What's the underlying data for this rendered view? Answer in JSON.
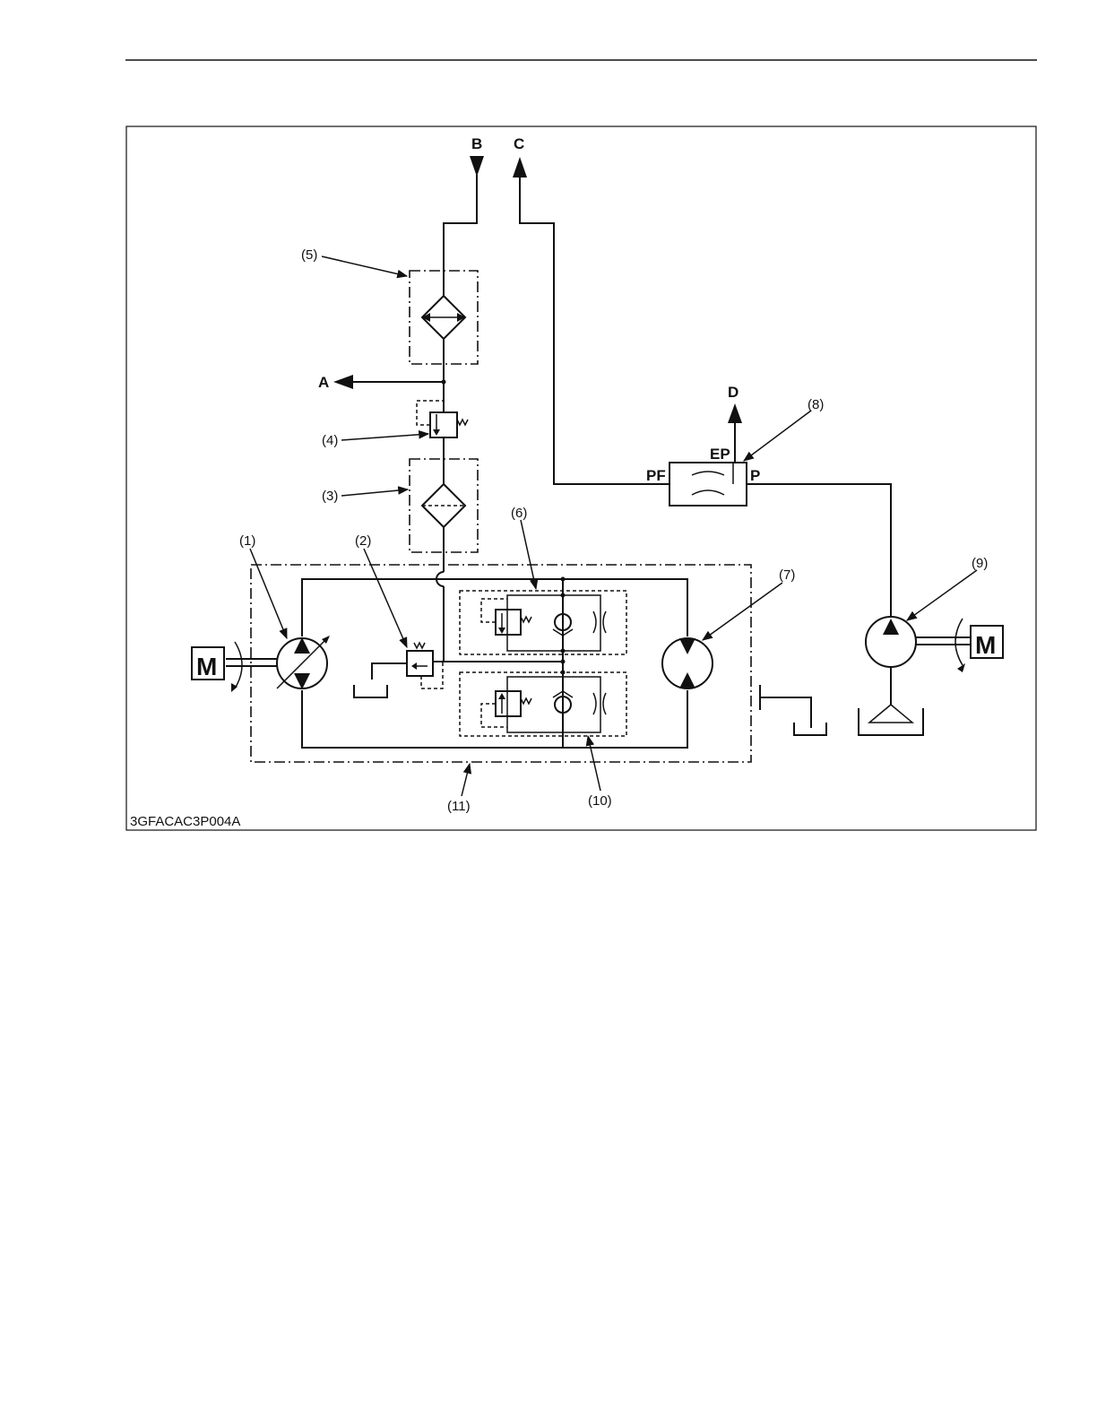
{
  "ports": {
    "a": "A",
    "b": "B",
    "c": "C",
    "d": "D",
    "pf": "PF",
    "ep": "EP",
    "p": "P"
  },
  "callouts": {
    "c1": "(1)",
    "c2": "(2)",
    "c3": "(3)",
    "c4": "(4)",
    "c5": "(5)",
    "c6": "(6)",
    "c7": "(7)",
    "c8": "(8)",
    "c9": "(9)",
    "c10": "(10)",
    "c11": "(11)"
  },
  "motor_label": "M",
  "figure_code": "3GFACAC3P004A"
}
